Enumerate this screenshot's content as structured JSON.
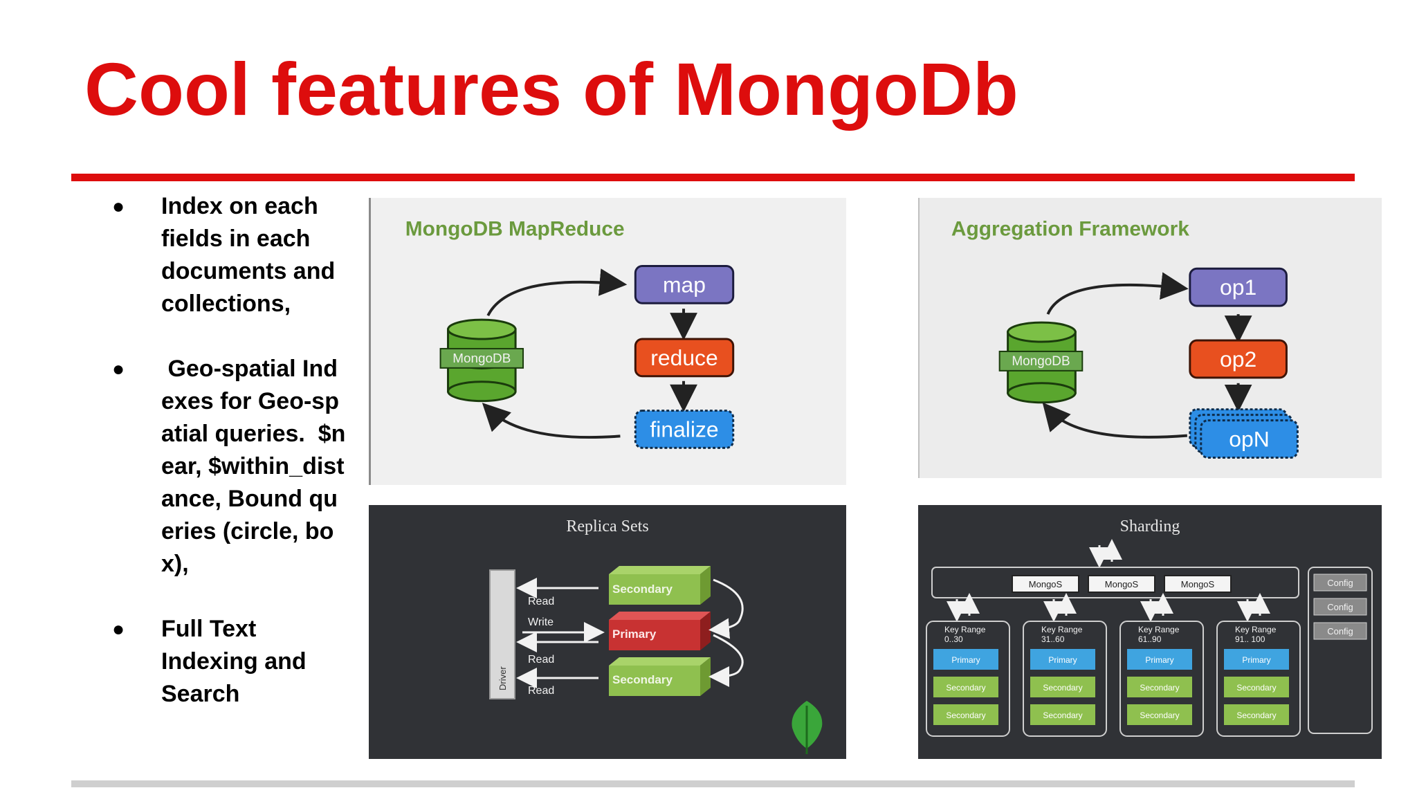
{
  "slide": {
    "title": "Cool features of MongoDb",
    "accent_color": "#dd0d0d",
    "bullets": [
      "Index on each fields in each documents and collections,",
      " Geo-spatial Indexes for Geo-spatial queries.  $near, $within_distance, Bound queries (circle, box),",
      "Full Text Indexing and Search"
    ],
    "bullet_glyph": "●"
  },
  "mapreduce": {
    "heading": "MongoDB MapReduce",
    "db_label": "MongoDB",
    "steps": [
      "map",
      "reduce",
      "finalize"
    ]
  },
  "aggregation": {
    "heading": "Aggregation Framework",
    "db_label": "MongoDB",
    "steps": [
      "op1",
      "op2",
      "opN"
    ]
  },
  "replica": {
    "heading": "Replica Sets",
    "driver_label": "Driver",
    "read_label": "Read",
    "write_label": "Write",
    "nodes": [
      "Secondary",
      "Primary",
      "Secondary"
    ],
    "leaf_icon": "mongodb-leaf-icon"
  },
  "sharding": {
    "heading": "Sharding",
    "mongos_label": "MongoS",
    "config_label": "Config",
    "shards": [
      {
        "range": "Key Range",
        "span": "0..30"
      },
      {
        "range": "Key Range",
        "span": "31..60"
      },
      {
        "range": "Key Range",
        "span": "61..90"
      },
      {
        "range": "Key Range",
        "span": "91.. 100"
      }
    ],
    "primary_label": "Primary",
    "secondary_label": "Secondary"
  }
}
